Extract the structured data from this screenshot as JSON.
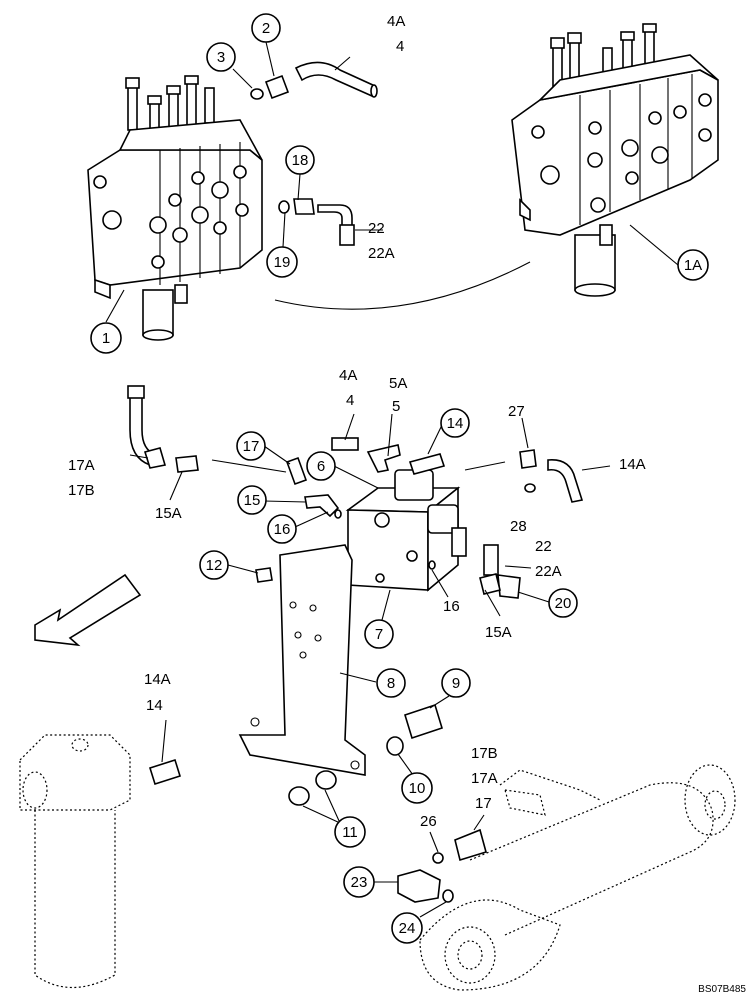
{
  "diagram": {
    "reference_code": "BS07B485",
    "callouts": {
      "c1": "1",
      "c1a": "1A",
      "c2": "2",
      "c3": "3",
      "c6": "6",
      "c7": "7",
      "c8": "8",
      "c9": "9",
      "c10": "10",
      "c11": "11",
      "c12": "12",
      "c14": "14",
      "c15": "15",
      "c16": "16",
      "c17": "17",
      "c18": "18",
      "c19": "19",
      "c20": "20",
      "c23": "23",
      "c24": "24"
    },
    "labels": {
      "l4a_top": "4A",
      "l4_top": "4",
      "l22_top": "22",
      "l22a_top": "22A",
      "l4a_mid": "4A",
      "l4_mid": "4",
      "l5a": "5A",
      "l5": "5",
      "l27": "27",
      "l14a_right": "14A",
      "l17a_left": "17A",
      "l17b_left": "17B",
      "l15a_left": "15A",
      "l28": "28",
      "l22_mid": "22",
      "l22a_mid": "22A",
      "l16_plain": "16",
      "l15a_mid": "15A",
      "l14a_low": "14A",
      "l14_low": "14",
      "l17b_low": "17B",
      "l17a_low": "17A",
      "l17_low": "17",
      "l26": "26"
    }
  }
}
